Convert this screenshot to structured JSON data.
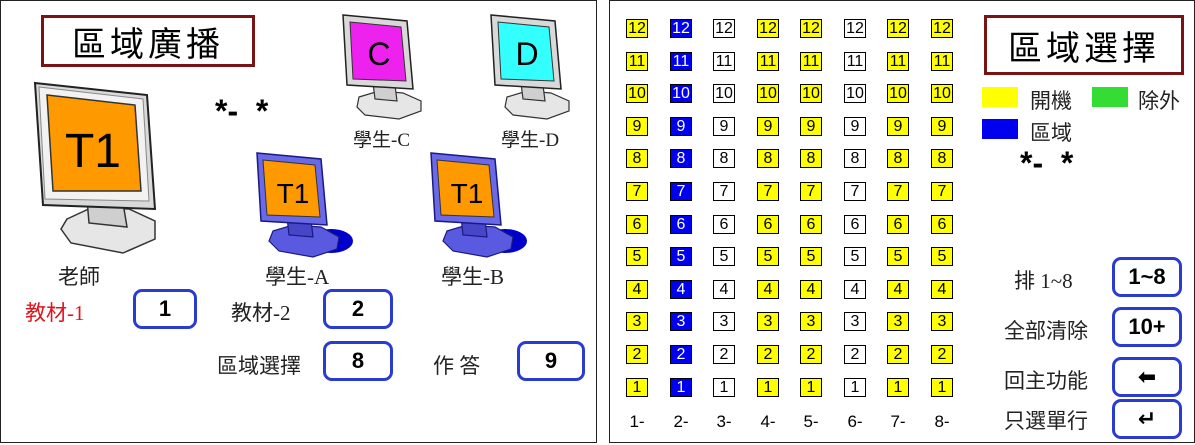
{
  "left": {
    "title": "區域廣播",
    "stars": "*-  *",
    "monitors": {
      "teacher": {
        "screen": "T1",
        "label": "老師",
        "color": "#ff9900"
      },
      "student_a": {
        "screen": "T1",
        "label": "學生-A",
        "color": "#ff9900"
      },
      "student_b": {
        "screen": "T1",
        "label": "學生-B",
        "color": "#ff9900"
      },
      "student_c": {
        "screen": "C",
        "label": "學生-C",
        "color": "#ee22ee"
      },
      "student_d": {
        "screen": "D",
        "label": "學生-D",
        "color": "#33ffff"
      }
    },
    "material1": {
      "label": "教材-1",
      "key": "1",
      "color": "#e0141e"
    },
    "material2": {
      "label": "教材-2",
      "key": "2"
    },
    "zone_select": {
      "label": "區域選擇",
      "key": "8"
    },
    "answer": {
      "label": "作 答",
      "key": "9"
    }
  },
  "right": {
    "title": "區域選擇",
    "legend": {
      "on": "開機",
      "exclude": "除外",
      "zone": "區域"
    },
    "legend_colors": {
      "on": "#ffff00",
      "exclude": "#33dd33",
      "zone": "#0000ee"
    },
    "stars": "*-  *",
    "row_numbers": [
      "12",
      "11",
      "10",
      "9",
      "8",
      "7",
      "6",
      "5",
      "4",
      "3",
      "2",
      "1"
    ],
    "column_states": [
      "yellow",
      "blue",
      "white",
      "yellow",
      "yellow",
      "white",
      "yellow",
      "yellow"
    ],
    "column_headers": [
      "1-",
      "2-",
      "3-",
      "4-",
      "5-",
      "6-",
      "7-",
      "8-"
    ],
    "actions": [
      {
        "label": "排 1~8",
        "key": "1~8"
      },
      {
        "label": "全部清除",
        "key": "10+"
      },
      {
        "label": "回主功能",
        "key": "⬅"
      },
      {
        "label": "只選單行",
        "key": "↵"
      }
    ]
  }
}
